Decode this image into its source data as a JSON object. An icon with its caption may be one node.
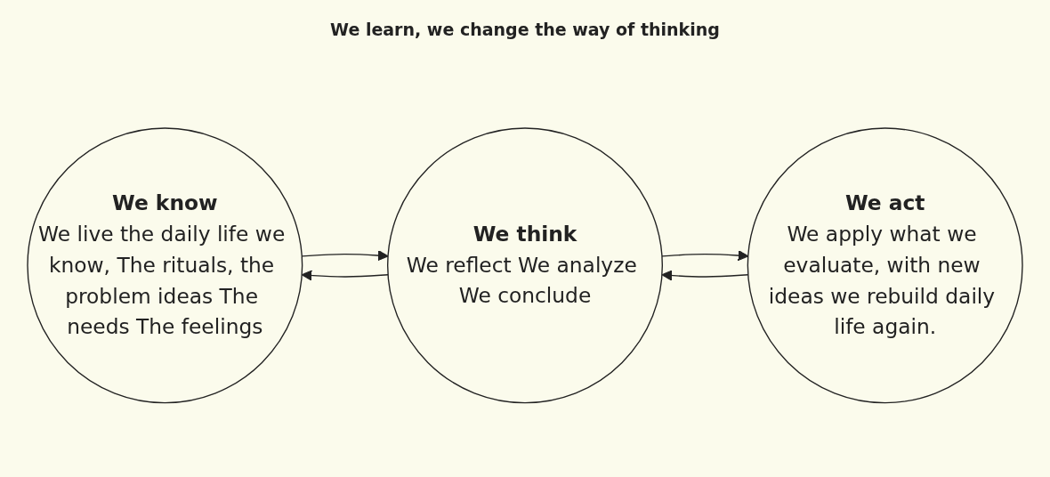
{
  "diagram": {
    "title": "We learn, we change the way of thinking",
    "nodes": [
      {
        "text": [
          "We know",
          "We live the daily life we know, The rituals, the problem ideas The needs The feelings"
        ]
      },
      {
        "text": [
          "We think",
          "We reflect We analyze We conclude"
        ]
      },
      {
        "text": [
          "We act",
          "We apply what we evaluate, with new ideas we rebuild daily life again."
        ]
      }
    ],
    "edges": [
      {
        "from": 0,
        "to": 1,
        "arrow": "to"
      },
      {
        "from": 1,
        "to": 2,
        "arrow": "to"
      },
      {
        "from": 1,
        "to": 0,
        "arrow": "to"
      },
      {
        "from": 2,
        "to": 1,
        "arrow": "to"
      }
    ]
  }
}
